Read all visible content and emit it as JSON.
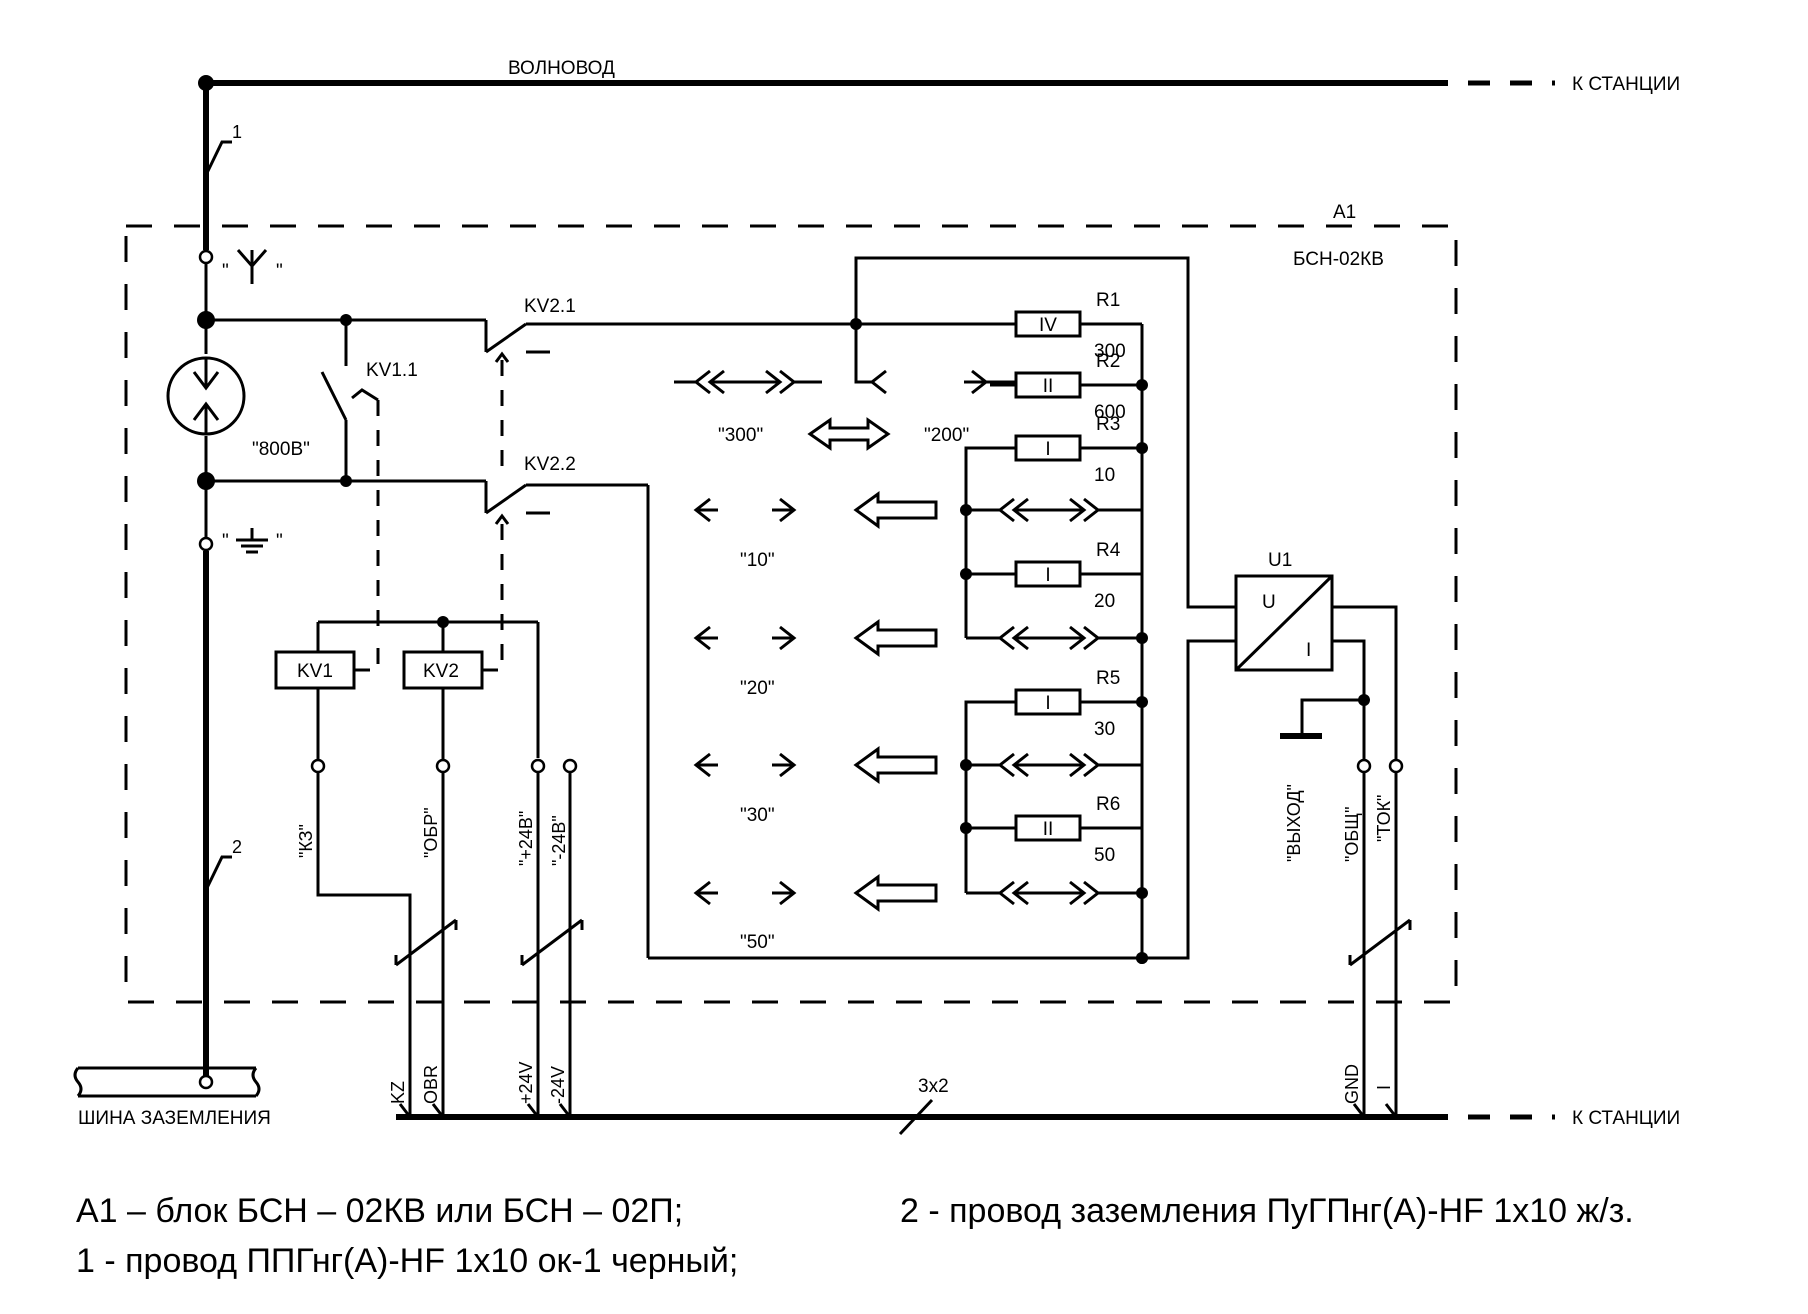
{
  "diagram": {
    "top_bus": {
      "label": "ВОЛНОВОД",
      "to_station": "К СТАНЦИИ"
    },
    "bottom_bus": {
      "cable_label": "3х2",
      "to_station": "К СТАНЦИИ"
    },
    "ground_bar_label": "ШИНА ЗАЗЕМЛЕНИЯ",
    "wire_markers": [
      "1",
      "2"
    ],
    "block": {
      "designator": "А1",
      "model": "БСН-02КВ"
    },
    "terminals": {
      "antenna_q1": "\"",
      "antenna_q2": "\"",
      "ground_q1": "\"",
      "ground_q2": "\""
    },
    "arrester_label": "\"800В\"",
    "contacts": {
      "kv11": "KV1.1",
      "kv21": "KV2.1",
      "kv22": "KV2.2"
    },
    "coils": [
      "KV1",
      "KV2"
    ],
    "resistors": [
      {
        "name": "R1",
        "value": "300",
        "mark": "IV"
      },
      {
        "name": "R2",
        "value": "600",
        "mark": "II"
      },
      {
        "name": "R3",
        "value": "10",
        "mark": "I"
      },
      {
        "name": "R4",
        "value": "20",
        "mark": "I"
      },
      {
        "name": "R5",
        "value": "30",
        "mark": "I"
      },
      {
        "name": "R6",
        "value": "50",
        "mark": "II"
      }
    ],
    "jumper_positions": [
      "\"300\"",
      "\"200\"",
      "\"10\"",
      "\"20\"",
      "\"30\"",
      "\"50\""
    ],
    "converter": {
      "name": "U1",
      "input": "U",
      "output": "I"
    },
    "outputs_left": [
      "\"КЗ\"",
      "\"ОБР\"",
      "\"+24В\"",
      "\"-24В\""
    ],
    "outputs_right": [
      "\"ВЫХОД\"",
      "\"ОБЩ\"",
      "\"ТОК\""
    ],
    "cable_wires_left": [
      "KZ",
      "OBR",
      "+24V",
      "-24V"
    ],
    "cable_wires_right": [
      "GND",
      "I"
    ]
  },
  "notes": [
    "А1 – блок БСН – 02КВ или БСН – 02П;",
    "2 - провод заземления ПуГПнг(А)-HF 1х10 ж/з.",
    "1 - провод ППГнг(А)-HF 1х10 ок-1 черный;"
  ]
}
